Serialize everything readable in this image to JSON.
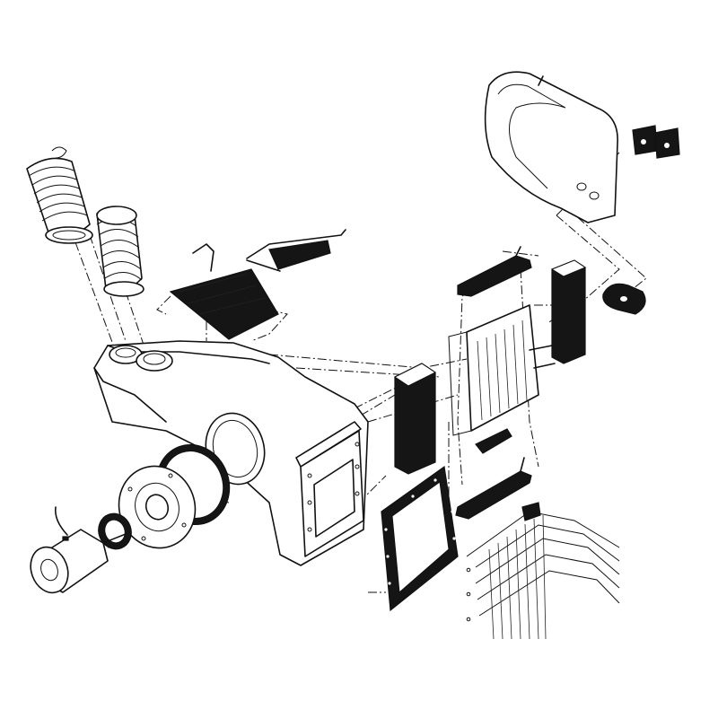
{
  "diagram": {
    "kind": "exploded-assembly-line-drawing",
    "colors": {
      "ink": "#111111",
      "paper": "#ffffff"
    },
    "parts": [
      "flex-hose-left",
      "flex-hose-right",
      "hose-collars",
      "heater-housing",
      "housing-outlet-opening",
      "housing-side-frame",
      "blower-motor",
      "motor-seal-ring",
      "blower-flange",
      "flange-gasket",
      "housing-frame-gasket",
      "heater-core",
      "core-foam-pad-left",
      "core-foam-pad-right",
      "core-retaining-bracket-top",
      "core-retaining-bracket-bottom",
      "core-small-pad",
      "air-door-upper",
      "air-door-lower",
      "duct-cover",
      "clip-pair",
      "grommet",
      "condenser-fins"
    ]
  }
}
